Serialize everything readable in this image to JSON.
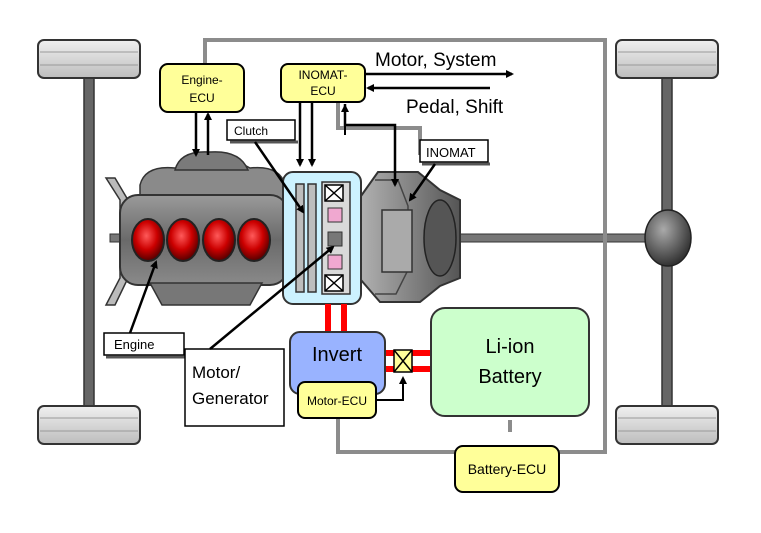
{
  "labels": {
    "engine_ecu_line1": "Engine-",
    "engine_ecu_line2": "ECU",
    "inomat_ecu_line1": "INOMAT-",
    "inomat_ecu_line2": "ECU",
    "motor_system": "Motor, System",
    "pedal_shift": "Pedal, Shift",
    "clutch": "Clutch",
    "inomat": "INOMAT",
    "engine": "Engine",
    "motor_generator_line1": "Motor/",
    "motor_generator_line2": "Generator",
    "invert": "Invert",
    "motor_ecu": "Motor-ECU",
    "battery_line1": "Li-ion",
    "battery_line2": "Battery",
    "battery_ecu": "Battery-ECU"
  },
  "colors": {
    "ecu_fill": "#ffff99",
    "inverter_fill": "#99b3ff",
    "battery_fill": "#ccffcc",
    "transmission_fill": "#ccf2ff",
    "power_line": "#ff0000",
    "cylinder": "#cc0000",
    "chassis_line": "#999999"
  }
}
